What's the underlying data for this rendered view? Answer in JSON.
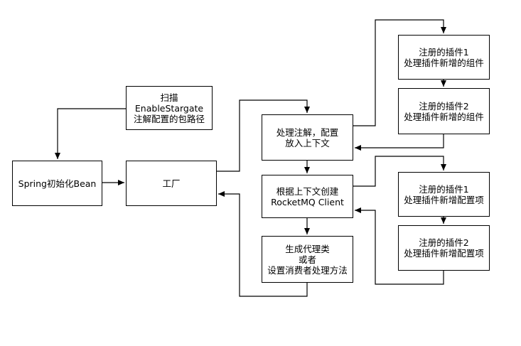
{
  "nodes": {
    "scan": "扫描EnableStargate\n注解配置的包路径",
    "spring_init": "Spring初始化Bean",
    "factory": "工厂",
    "process_annotation": "处理注解，配置\n放入上下文",
    "create_client": "根据上下文创建\nRocketMQ Client",
    "generate_proxy": "生成代理类\n或者\n设置消费者处理方法",
    "plugin1_components": "注册的插件1\n处理插件新增的组件",
    "plugin2_components": "注册的插件2\n处理插件新增的组件",
    "plugin1_config": "注册的插件1\n处理插件新增配置项",
    "plugin2_config": "注册的插件2\n处理插件新增配置项"
  }
}
